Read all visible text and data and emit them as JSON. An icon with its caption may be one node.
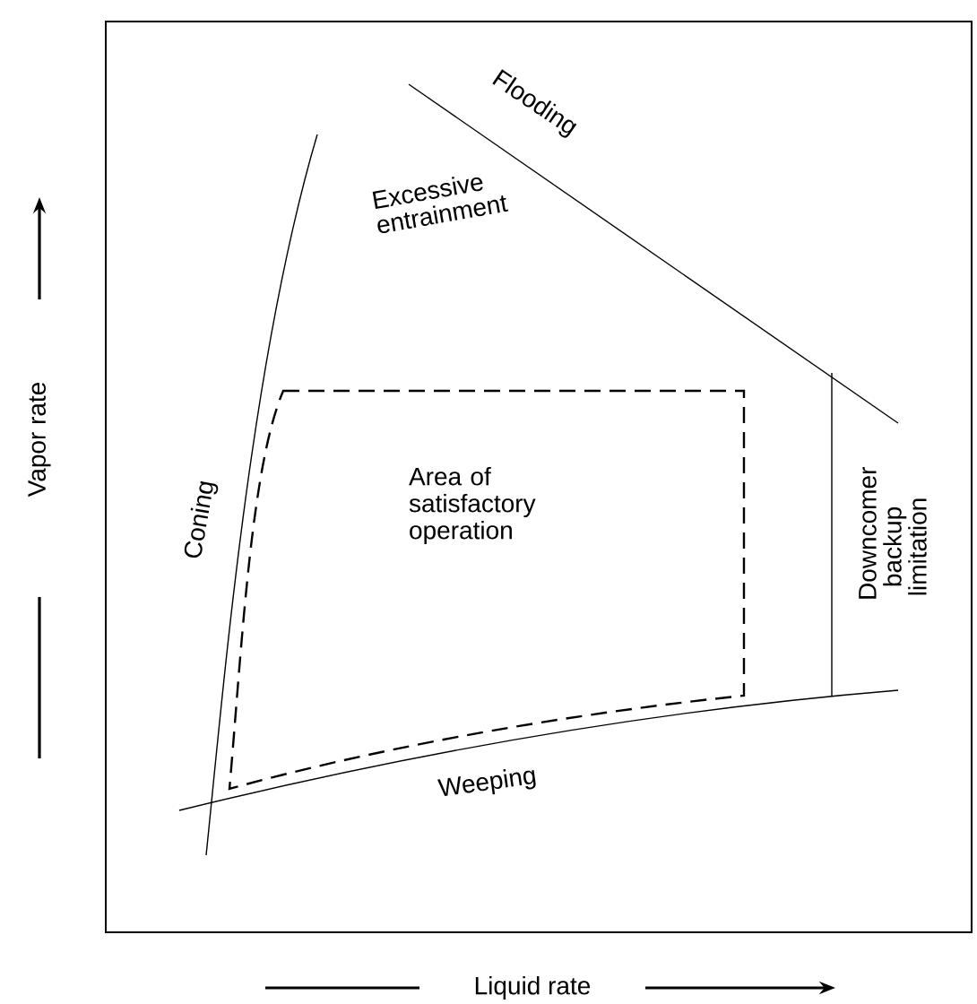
{
  "diagram": {
    "nodes": [
      {
        "text": [
          "Area of satisfactory operation"
        ]
      }
    ],
    "labels": [
      "Flooding",
      "Excessive entrainment",
      "Coning",
      "Downcomer backup limitation",
      "Weeping",
      "Vapor rate",
      "Liquid rate"
    ]
  }
}
